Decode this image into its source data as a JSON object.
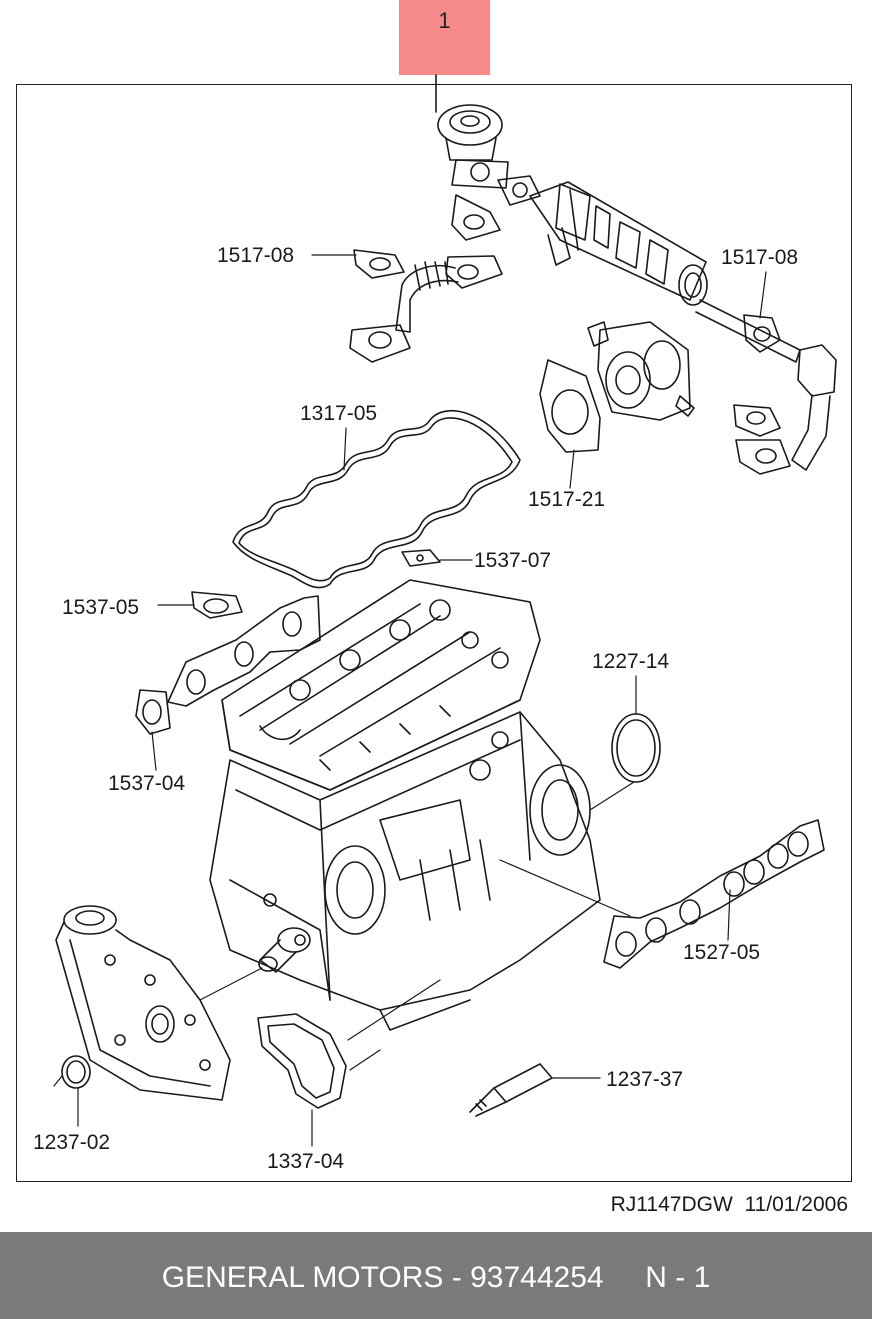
{
  "ref_number": "1",
  "labels": {
    "egr_gasket_left": "1517-08",
    "egr_gasket_right": "1517-08",
    "head_cover_gasket": "1317-05",
    "vacuum_pump_gasket": "1517-21",
    "small_gasket": "1537-07",
    "gasket_1537_05": "1537-05",
    "gasket_1537_04": "1537-04",
    "rear_oil_seal": "1227-14",
    "manifold_gasket": "1527-05",
    "front_oil_seal": "1237-02",
    "water_pump_gasket": "1337-04",
    "sealant_tube": "1237-37"
  },
  "footer": {
    "code": "RJ1147DGW",
    "date": "11/01/2006",
    "caption": "GENERAL MOTORS - 93744254     N - 1"
  },
  "colors": {
    "ref_highlight": "#f58a8a",
    "bottom_bar": "#7a7a7a",
    "line": "#1a1a1a"
  }
}
